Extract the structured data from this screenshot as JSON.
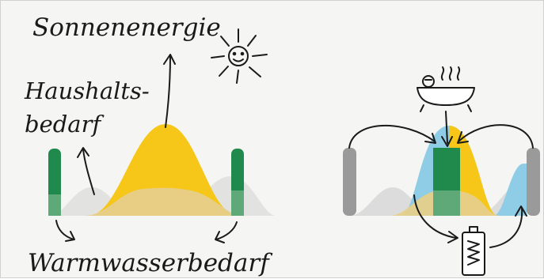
{
  "labels": {
    "solar": "Sonnenenergie",
    "household_line1": "Haushalts-",
    "household_line2": "bedarf",
    "hot_water": "Warmwasserbedarf"
  },
  "colors": {
    "background": "#f5f5f3",
    "solar_yellow": "#f6c719",
    "solar_tan": "#e6cf8a",
    "household_green": "#1f8a4c",
    "household_green_light": "#5fa877",
    "household_gray": "#dcdcdc",
    "dark_gray": "#9a9a9a",
    "water_blue": "#8fcde6",
    "ink": "#1a1a1a"
  },
  "icons": [
    "sun-icon",
    "bathtub-icon",
    "battery-icon"
  ]
}
